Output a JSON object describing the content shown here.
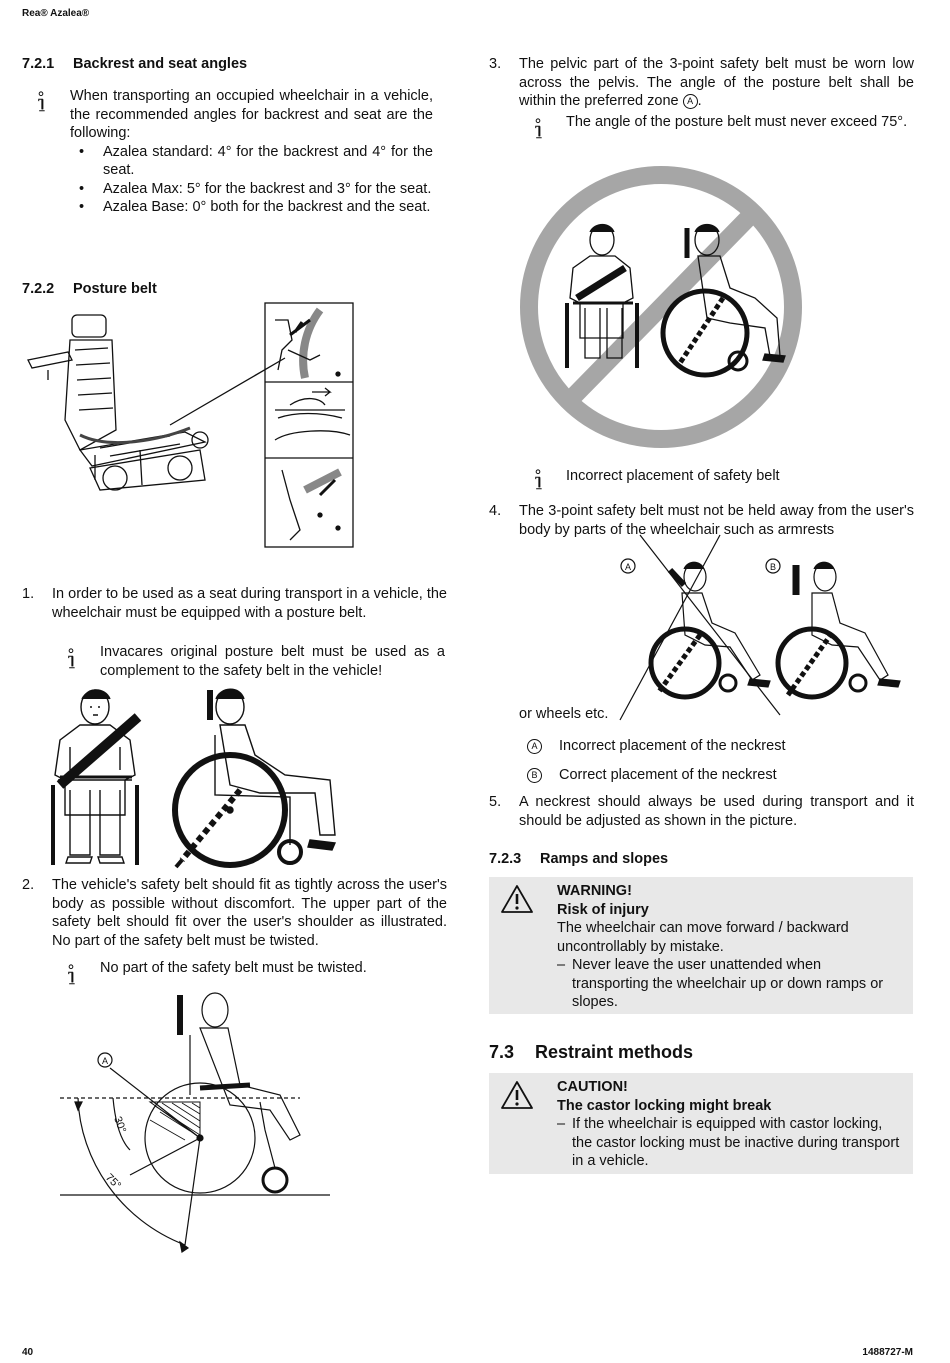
{
  "header": {
    "brand": "Rea® Azalea®"
  },
  "footer": {
    "page_number": "40",
    "doc_id": "1488727-M"
  },
  "left": {
    "s721": {
      "num": "7.2.1",
      "title": "Backrest and seat angles",
      "intro": "When transporting an occupied wheelchair in a vehicle, the recommended angles for backrest and seat are the following:",
      "bullets": [
        "Azalea standard: 4° for the backrest and 4° for the seat.",
        "Azalea Max: 5° for the backrest and 3° for the seat.",
        "Azalea Base: 0° both for the backrest and the seat."
      ]
    },
    "s722": {
      "num": "7.2.2",
      "title": "Posture belt"
    },
    "item1": {
      "n": "1.",
      "text": "In order to be used as a seat during transport in a vehicle, the wheelchair must be equipped with a posture belt.",
      "note": "Invacares original posture belt must be used as a complement to the safety belt in the vehicle!"
    },
    "item2": {
      "n": "2.",
      "text": "The vehicle's safety belt should fit as tightly across the user's body as possible without discomfort. The upper part of the safety belt should fit over the user's shoulder as illustrated. No part of the safety belt must be twisted.",
      "note": "No part of the safety belt must be twisted."
    },
    "angle_figure": {
      "zone": "A",
      "angle_small": "30°",
      "angle_large": "75°"
    }
  },
  "right": {
    "item3": {
      "n": "3.",
      "text_before": "The pelvic part of the 3-point safety belt must be worn low across the pelvis. The angle of the posture belt shall be within the preferred zone",
      "zone": "A",
      "text_after": ".",
      "note": "The angle of the posture belt must never exceed 75°."
    },
    "incorrect_caption": "Incorrect placement of safety belt",
    "item4": {
      "n": "4.",
      "text": "The 3-point safety belt must not be held away from the user's body by parts of the wheelchair such as armrests",
      "text_cont": "or wheels etc."
    },
    "neckrest_figure": {
      "label_a": "A",
      "label_b": "B"
    },
    "legend": [
      {
        "key": "A",
        "text": "Incorrect placement of the neckrest"
      },
      {
        "key": "B",
        "text": "Correct placement of the neckrest"
      }
    ],
    "item5": {
      "n": "5.",
      "text": "A neckrest should always be used during transport and it should be adjusted as shown in the picture."
    },
    "s723": {
      "num": "7.2.3",
      "title": "Ramps and slopes"
    },
    "warning": {
      "heading": "WARNING!",
      "subheading": "Risk of injury",
      "body": "The wheelchair can move forward / backward uncontrollably by mistake.",
      "dash": "Never leave the user unattended when transporting the wheelchair up or down ramps or slopes."
    },
    "s73": {
      "num": "7.3",
      "title": "Restraint methods"
    },
    "caution": {
      "heading": "CAUTION!",
      "subheading": "The castor locking might break",
      "dash": "If the wheelchair is equipped with castor locking, the castor locking must be inactive during transport in a vehicle."
    }
  }
}
